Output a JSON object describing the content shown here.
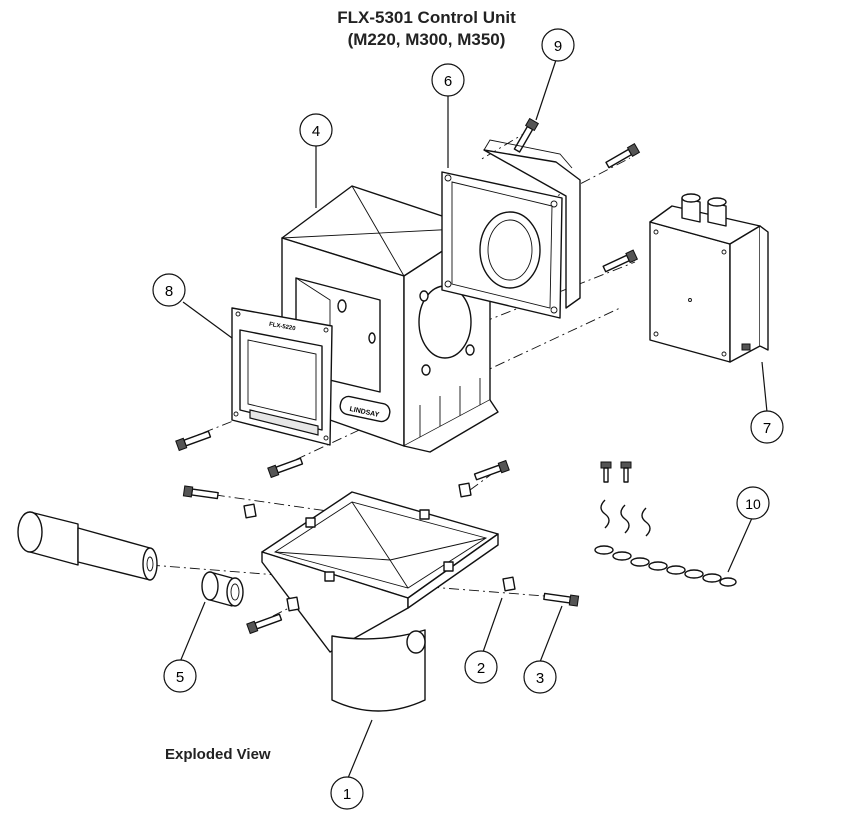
{
  "title_line1": "FLX-5301 Control Unit",
  "title_line2": "(M220, M300, M350)",
  "caption": "Exploded View",
  "part_labels": {
    "frame": "FLX-5220",
    "housing": "LINDSAY"
  },
  "callouts": [
    {
      "id": "c1",
      "label": "1"
    },
    {
      "id": "c2",
      "label": "2"
    },
    {
      "id": "c3",
      "label": "3"
    },
    {
      "id": "c4",
      "label": "4"
    },
    {
      "id": "c5",
      "label": "5"
    },
    {
      "id": "c6",
      "label": "6"
    },
    {
      "id": "c7",
      "label": "7"
    },
    {
      "id": "c8",
      "label": "8"
    },
    {
      "id": "c9",
      "label": "9"
    },
    {
      "id": "c10",
      "label": "10"
    }
  ]
}
